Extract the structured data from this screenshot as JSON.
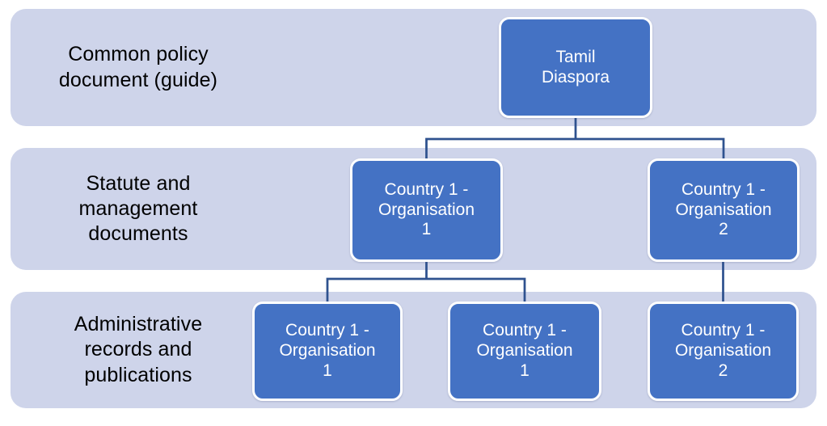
{
  "colors": {
    "band_fill": "#ced4ea",
    "node_fill": "#4472c4",
    "node_border": "#ffffff",
    "node_text": "#ffffff",
    "connector": "#2f528f",
    "label_text": "#000000"
  },
  "rows": [
    {
      "label": "Common policy\ndocument (guide)"
    },
    {
      "label": "Statute and\nmanagement\ndocuments"
    },
    {
      "label": "Administrative\nrecords and\npublications"
    }
  ],
  "nodes": {
    "root": {
      "label": "Tamil\nDiaspora"
    },
    "level2": [
      {
        "label": "Country 1 -\nOrganisation\n1"
      },
      {
        "label": "Country 1 -\nOrganisation\n2"
      }
    ],
    "level3": [
      {
        "label": "Country 1 -\nOrganisation\n1"
      },
      {
        "label": "Country 1 -\nOrganisation\n1"
      },
      {
        "label": "Country 1 -\nOrganisation\n2"
      }
    ]
  }
}
